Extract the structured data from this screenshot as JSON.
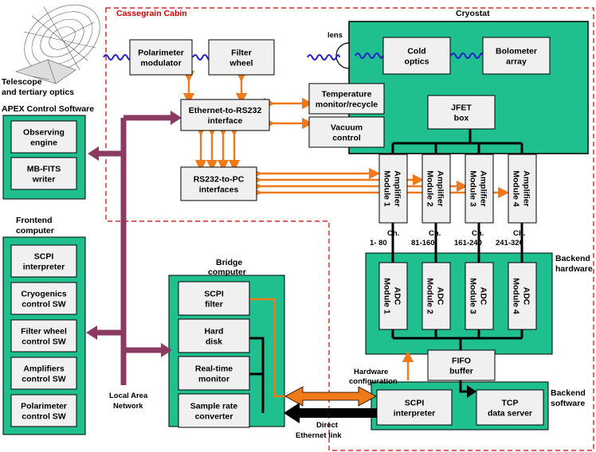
{
  "colors": {
    "green": "#1fbf8f",
    "box": "#f0f0f0",
    "orange": "#f07a1a",
    "purple": "#8b3a62",
    "blue_coil": "#2222cc",
    "cabin_border": "#cc0000"
  },
  "labels": {
    "cassegrain": "Cassegrain Cabin",
    "telescope_line1": "Telescope",
    "telescope_line2": "and tertiary optics",
    "apex": "APEX Control Software",
    "frontend_line1": "Frontend",
    "frontend_line2": "computer",
    "bridge_line1": "Bridge",
    "bridge_line2": "computer",
    "cryostat": "Cryostat",
    "lens": "lens",
    "backend_hw_line1": "Backend",
    "backend_hw_line2": "hardware",
    "backend_sw_line1": "Backend",
    "backend_sw_line2": "software",
    "lan_line1": "Local Area",
    "lan_line2": "Network",
    "hwconf_line1": "Hardware",
    "hwconf_line2": "configuration",
    "ethlink_line1": "Direct",
    "ethlink_line2": "Ethernet link"
  },
  "boxes": {
    "polmod": [
      "Polarimeter",
      "modulator"
    ],
    "filterwheel": [
      "Filter",
      "wheel"
    ],
    "coldoptics": [
      "Cold",
      "optics"
    ],
    "bolometer": [
      "Bolometer",
      "array"
    ],
    "ethrs232": [
      "Ethernet-to-RS232",
      "interface"
    ],
    "temp": [
      "Temperature",
      "monitor/recycle"
    ],
    "vacuum": [
      "Vacuum",
      "control"
    ],
    "jfet": [
      "JFET",
      "box"
    ],
    "rs232pc": [
      "RS232-to-PC",
      "interfaces"
    ],
    "obs": [
      "Observing",
      "engine"
    ],
    "mbfits": [
      "MB-FITS",
      "writer"
    ],
    "fe_scpi": [
      "SCPI",
      "interpreter"
    ],
    "fe_cryo": [
      "Cryogenics",
      "control SW"
    ],
    "fe_filter": [
      "Filter wheel",
      "control SW"
    ],
    "fe_amp": [
      "Amplifiers",
      "control SW"
    ],
    "fe_pol": [
      "Polarimeter",
      "control SW"
    ],
    "br_scpi": [
      "SCPI",
      "filter"
    ],
    "br_disk": [
      "Hard",
      "disk"
    ],
    "br_rt": [
      "Real-time",
      "monitor"
    ],
    "br_sample": [
      "Sample rate",
      "converter"
    ],
    "fifo": [
      "FIFO",
      "buffer"
    ],
    "bs_scpi": [
      "SCPI",
      "interpreter"
    ],
    "bs_tcp": [
      "TCP",
      "data server"
    ]
  },
  "amp_modules": [
    [
      "Amplifier",
      "Module 1"
    ],
    [
      "Amplifier",
      "Module 2"
    ],
    [
      "Amplifier",
      "Module 3"
    ],
    [
      "Amplifier",
      "Module 4"
    ]
  ],
  "adc_modules": [
    [
      "ADC",
      "Module 1"
    ],
    [
      "ADC",
      "Module 2"
    ],
    [
      "ADC",
      "Module 3"
    ],
    [
      "ADC",
      "Module 4"
    ]
  ],
  "channels": [
    [
      "Ch.",
      "1- 80"
    ],
    [
      "Ch.",
      "81-160"
    ],
    [
      "Ch.",
      "161-240"
    ],
    [
      "Ch.",
      "241-320"
    ]
  ]
}
